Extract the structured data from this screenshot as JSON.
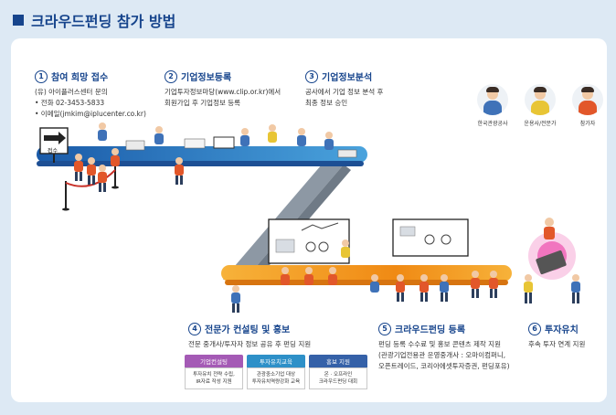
{
  "title": "크라우드펀딩 참가 방법",
  "steps": [
    {
      "num": "1",
      "title": "참여 희망 접수",
      "lines": [
        "(유) 아이플러스센터 문의",
        "• 전화 02-3453-5833",
        "• 이메일(jmkim@iplucenter.co.kr)"
      ]
    },
    {
      "num": "2",
      "title": "기업정보등록",
      "lines": [
        "기업투자정보마당(www.clip.or.kr)에서",
        "회원가입 후 기업정보 등록"
      ]
    },
    {
      "num": "3",
      "title": "기업정보분석",
      "lines": [
        "공사에서 기업 정보 분석 후",
        "최종 정보 승인"
      ]
    },
    {
      "num": "4",
      "title": "전문가 컨설팅 및 홍보",
      "lines": [
        "전문 중개사/투자자 정보 공유 후 펀딩 지원"
      ]
    },
    {
      "num": "5",
      "title": "크라우드펀딩 등록",
      "lines": [
        "펀딩 등록 수수료 및 홍보 콘텐츠 제작 지원",
        "(관광기업전용관 운영중개사 : 오마이컴퍼니,",
        "오픈트레이드, 코리아에셋투자증권, 펀딩포유)"
      ]
    },
    {
      "num": "6",
      "title": "투자유치",
      "lines": [
        "후속 투자 연계 지원"
      ]
    }
  ],
  "roles": [
    {
      "label": "한국관광공사",
      "color": "#3f72b8"
    },
    {
      "label": "운용사/전문가",
      "color": "#e8c535"
    },
    {
      "label": "참가자",
      "color": "#e2572a"
    }
  ],
  "reception_sign": "접수",
  "tags": [
    {
      "title": "기업컨설팅",
      "color": "#a45ab5",
      "lines": [
        "투자유치 전략 수립,",
        "IR자료 작성 지원"
      ]
    },
    {
      "title": "투자유치교육",
      "color": "#2e90c8",
      "lines": [
        "관광중소기업 대상",
        "투자유치역량강화 교육"
      ]
    },
    {
      "title": "홍보 지원",
      "color": "#3561a8",
      "lines": [
        "온 · 오프라인",
        "크라우드펀딩 대회"
      ]
    }
  ],
  "colors": {
    "brand": "#16448c",
    "blue_belt": "#2e84c6",
    "orange_belt": "#f39a1a",
    "gray_belt": "#9aa3ad"
  }
}
